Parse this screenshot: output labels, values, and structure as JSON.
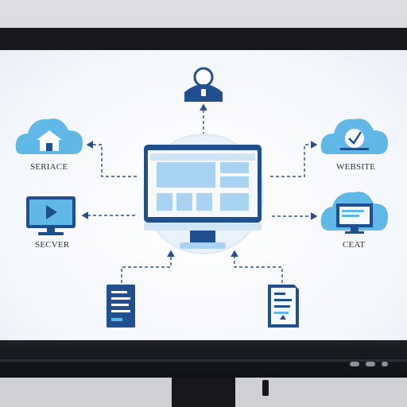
{
  "nodes": {
    "top_left": {
      "label": "SERIACE",
      "icon": "cloud-house-icon"
    },
    "mid_left": {
      "label": "SECVER",
      "icon": "monitor-play-icon"
    },
    "top_right": {
      "label": "WEBSITE",
      "icon": "cloud-check-icon"
    },
    "mid_right": {
      "label": "CEAT",
      "icon": "cloud-monitor-icon"
    },
    "top_center": {
      "icon": "user-lock-icon"
    },
    "bottom_left": {
      "icon": "document-icon"
    },
    "bottom_right": {
      "icon": "document-icon"
    },
    "center": {
      "icon": "computer-monitor-icon"
    }
  },
  "colors": {
    "cloud_fill": "#5fb8e6",
    "accent_dark": "#1f4f8f",
    "monitor_light": "#a9d3f2",
    "connector": "#2b4f86"
  }
}
